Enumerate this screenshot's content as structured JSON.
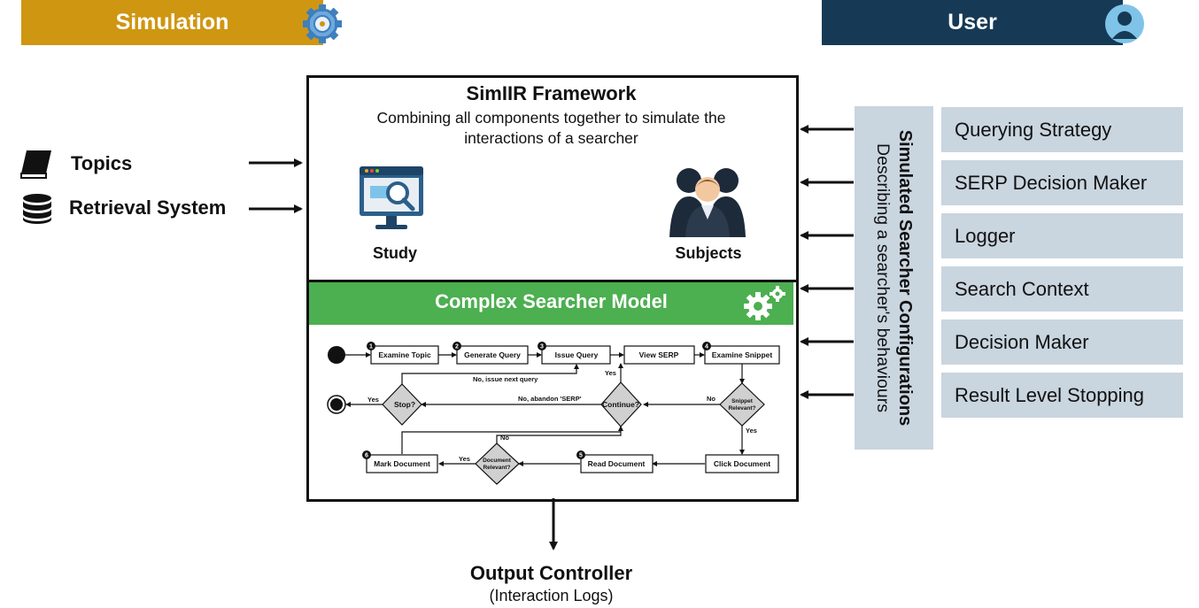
{
  "header": {
    "simulation": "Simulation",
    "user": "User"
  },
  "inputs": {
    "topics": "Topics",
    "retrieval_system": "Retrieval System"
  },
  "framework": {
    "title": "SimIIR Framework",
    "subtitle": "Combining all components together to simulate the interactions of a searcher",
    "study": "Study",
    "subjects": "Subjects"
  },
  "model": {
    "title": "Complex Searcher Model",
    "flow": {
      "examine_topic": "Examine Topic",
      "generate_query": "Generate Query",
      "issue_query": "Issue Query",
      "view_serp": "View SERP",
      "examine_snippet": "Examine Snippet",
      "click_document": "Click Document",
      "read_document": "Read Document",
      "mark_document": "Mark Document",
      "stop": "Stop?",
      "continue": "Continue?",
      "snippet_relevant_1": "Snippet",
      "snippet_relevant_2": "Relevant?",
      "document_relevant_1": "Document",
      "document_relevant_2": "Relevant?",
      "no_issue_next_query": "No, issue next query",
      "no_abandon_serp": "No, abandon 'SERP'",
      "yes": "Yes",
      "no": "No",
      "step1": "1",
      "step2": "2",
      "step3": "3",
      "step4": "4",
      "step5": "5",
      "step6": "6"
    }
  },
  "configurations": {
    "title": "Simulated Searcher Configurations",
    "subtitle": "Describing a searcher's behaviours",
    "items": [
      "Querying Strategy",
      "SERP Decision Maker",
      "Logger",
      "Search Context",
      "Decision Maker",
      "Result Level Stopping"
    ]
  },
  "output": {
    "title": "Output Controller",
    "subtitle": "(Interaction Logs)"
  },
  "colors": {
    "simulation": "#cf9611",
    "user": "#163a55",
    "model_bar": "#4caf50",
    "config_panel": "#c9d5df"
  }
}
